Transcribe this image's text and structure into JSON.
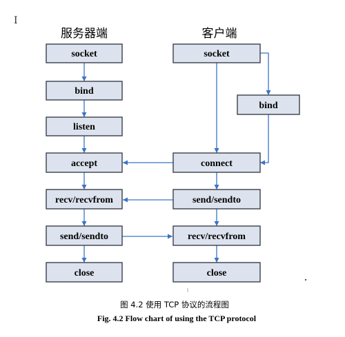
{
  "headers": {
    "server": "服务器端",
    "client": "客户端"
  },
  "server": {
    "socket": "socket",
    "bind": "bind",
    "listen": "listen",
    "accept": "accept",
    "recv": "recv/recvfrom",
    "send": "send/sendto",
    "close": "close"
  },
  "client": {
    "socket": "socket",
    "bind": "bind",
    "connect": "connect",
    "send": "send/sendto",
    "recv": "recv/recvfrom",
    "close": "close"
  },
  "caption": {
    "chinese": "图 4.2   使用 TCP 协议的流程图",
    "english": "Fig. 4.2    Flow chart of using the TCP protocol"
  },
  "colors": {
    "box_fill": "#dde3ee",
    "box_border": "#3a3f4a",
    "arrow": "#3b73c4"
  }
}
